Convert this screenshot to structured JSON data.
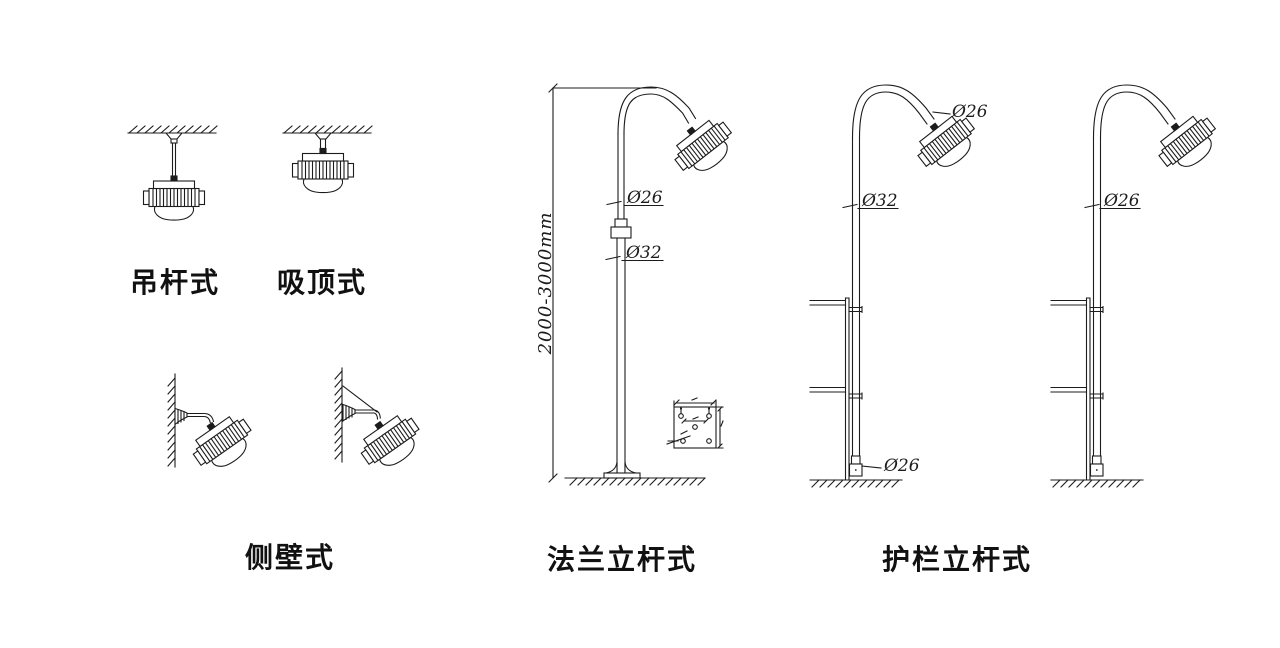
{
  "drawing": {
    "background_color": "#ffffff",
    "line_color": "#1c1c1c",
    "mount_labels": {
      "pendant": "吊杆式",
      "ceiling": "吸顶式",
      "wall": "侧壁式",
      "flange_pole": "法兰立杆式",
      "guardrail_pole": "护栏立杆式"
    },
    "dimensions": {
      "flange_pole": {
        "upper_pole_diameter": "Ø26",
        "lower_pole_diameter": "Ø32",
        "pole_height_range": "2000-3000mm"
      },
      "guardrail_pole_left": {
        "lamp_neck_diameter": "Ø26",
        "pole_diameter": "Ø32",
        "base_clamp_diameter": "Ø26"
      },
      "guardrail_pole_right": {
        "pole_diameter": "Ø26"
      }
    }
  }
}
